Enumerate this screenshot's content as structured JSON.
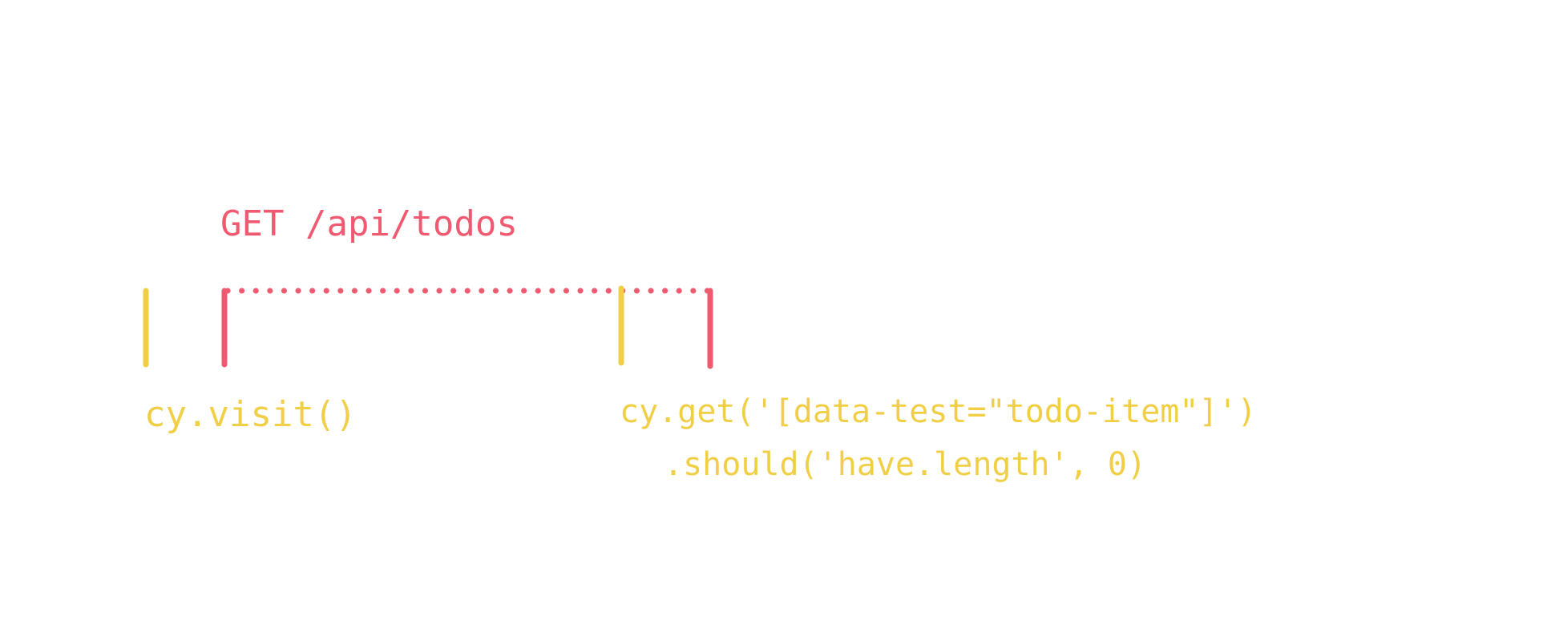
{
  "colors": {
    "request": "#f05a71",
    "command": "#f0cf46",
    "background": "#ffffff"
  },
  "request": {
    "label": "GET /api/todos"
  },
  "commands": {
    "visit": "cy.visit()",
    "get": "cy.get('[data-test=\"todo-item\"]')",
    "should": ".should('have.length', 0)"
  }
}
